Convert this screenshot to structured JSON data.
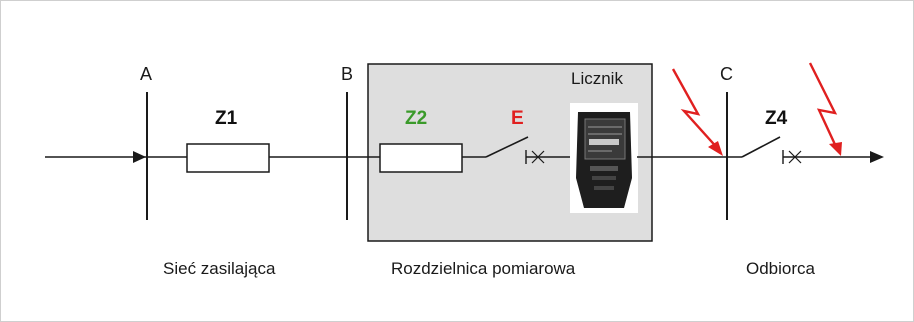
{
  "diagram": {
    "points": {
      "a": "A",
      "b": "B",
      "c": "C"
    },
    "components": {
      "z1": {
        "label": "Z1",
        "color": "#111111"
      },
      "z2": {
        "label": "Z2",
        "color": "#3a9a2a"
      },
      "e": {
        "label": "E",
        "color": "#e02020"
      },
      "z4": {
        "label": "Z4",
        "color": "#111111"
      },
      "meter": {
        "label": "Licznik"
      }
    },
    "zones": {
      "supply_network": "Sieć zasilająca",
      "metering_switchboard": "Rozdzielnica pomiarowa",
      "consumer": "Odbiorca"
    },
    "colors": {
      "line": "#1a1a1a",
      "switchboard_fill": "#dedede",
      "lightning": "#e02020"
    }
  }
}
